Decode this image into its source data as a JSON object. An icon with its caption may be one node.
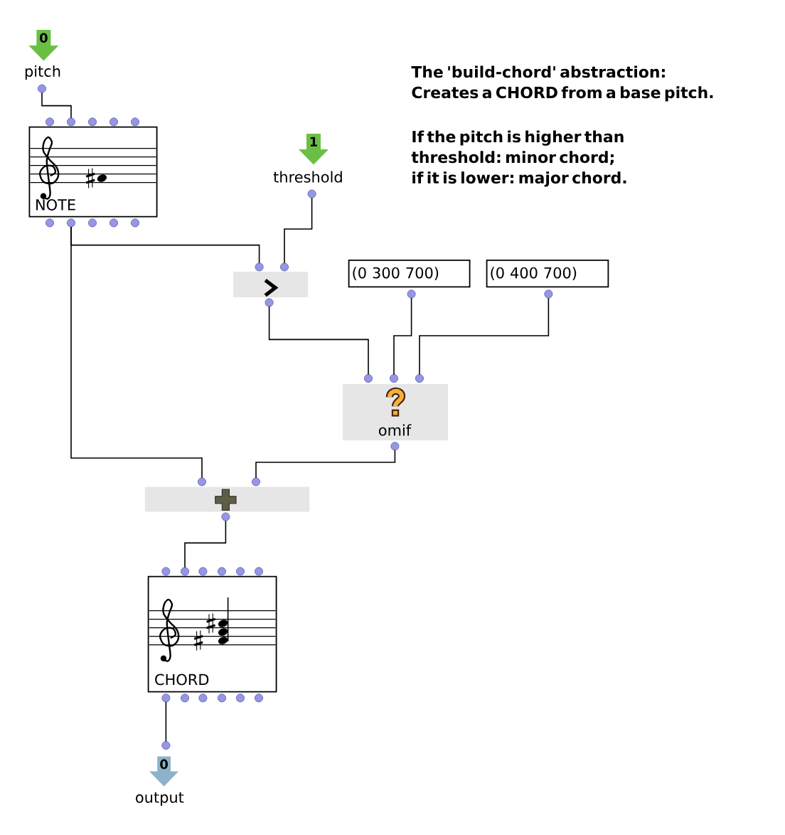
{
  "diagram": {
    "nodes": [
      {
        "text": [
          "0",
          "pitch"
        ]
      },
      {
        "text": [
          "NOTE"
        ]
      },
      {
        "text": [
          "1",
          "threshold"
        ]
      },
      {
        "text": [],
        "shape": "box"
      },
      {
        "text": [
          "(0 300 700)"
        ]
      },
      {
        "text": [
          "(0 400 700)"
        ]
      },
      {
        "text": [
          "omif"
        ]
      },
      {
        "text": [],
        "shape": "box"
      },
      {
        "text": [
          "CHORD"
        ]
      },
      {
        "text": [
          "0",
          "output"
        ]
      }
    ],
    "edges": [
      {
        "from": 0,
        "to": 1,
        "arrow": "none"
      },
      {
        "from": 1,
        "to": 3,
        "arrow": "none"
      },
      {
        "from": 2,
        "to": 3,
        "arrow": "none"
      },
      {
        "from": 1,
        "to": 7,
        "arrow": "none"
      },
      {
        "from": 3,
        "to": 6,
        "arrow": "none"
      },
      {
        "from": 4,
        "to": 6,
        "arrow": "none"
      },
      {
        "from": 5,
        "to": 6,
        "arrow": "none"
      },
      {
        "from": 6,
        "to": 7,
        "arrow": "none"
      },
      {
        "from": 7,
        "to": 8,
        "arrow": "none"
      },
      {
        "from": 8,
        "to": 9,
        "arrow": "none"
      }
    ],
    "labels": [
      "The 'build-chord' abstraction: Creates a CHORD from a base pitch.",
      "If the pitch is higher than threshold: minor chord; if it is lower: major chord."
    ]
  }
}
